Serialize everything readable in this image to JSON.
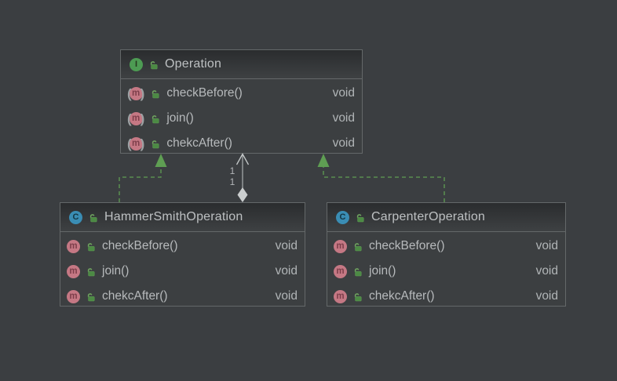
{
  "diagram": {
    "background": "#3b3e41",
    "colors": {
      "node_background": "#3c3f41",
      "node_border": "#646869",
      "header_gradient_top": "#2a2c2e",
      "header_gradient_bottom": "#3e4143",
      "title_text": "#bdc0c2",
      "member_text": "#b7babc",
      "interface_icon_green": "#4d9b53",
      "class_icon_blue": "#3a8db4",
      "method_icon_pink": "#c57884",
      "lock_icon_green": "#5d9b53",
      "implements_edge_green": "#5f9e53",
      "association_edge_gray": "#a3a7a9",
      "diamond_fill": "#cbcecf"
    },
    "nodes": [
      {
        "name": "Operation",
        "kind": "interface",
        "icon_letter": "I",
        "methods": [
          {
            "name": "checkBefore()",
            "returns": "void"
          },
          {
            "name": "join()",
            "returns": "void"
          },
          {
            "name": "chekcAfter()",
            "returns": "void"
          }
        ]
      },
      {
        "name": "HammerSmithOperation",
        "kind": "class",
        "icon_letter": "C",
        "methods": [
          {
            "name": "checkBefore()",
            "returns": "void"
          },
          {
            "name": "join()",
            "returns": "void"
          },
          {
            "name": "chekcAfter()",
            "returns": "void"
          }
        ]
      },
      {
        "name": "CarpenterOperation",
        "kind": "class",
        "icon_letter": "C",
        "methods": [
          {
            "name": "checkBefore()",
            "returns": "void"
          },
          {
            "name": "join()",
            "returns": "void"
          },
          {
            "name": "chekcAfter()",
            "returns": "void"
          }
        ]
      }
    ],
    "edges": {
      "association": {
        "multiplicity": [
          "1",
          "1"
        ]
      }
    }
  }
}
